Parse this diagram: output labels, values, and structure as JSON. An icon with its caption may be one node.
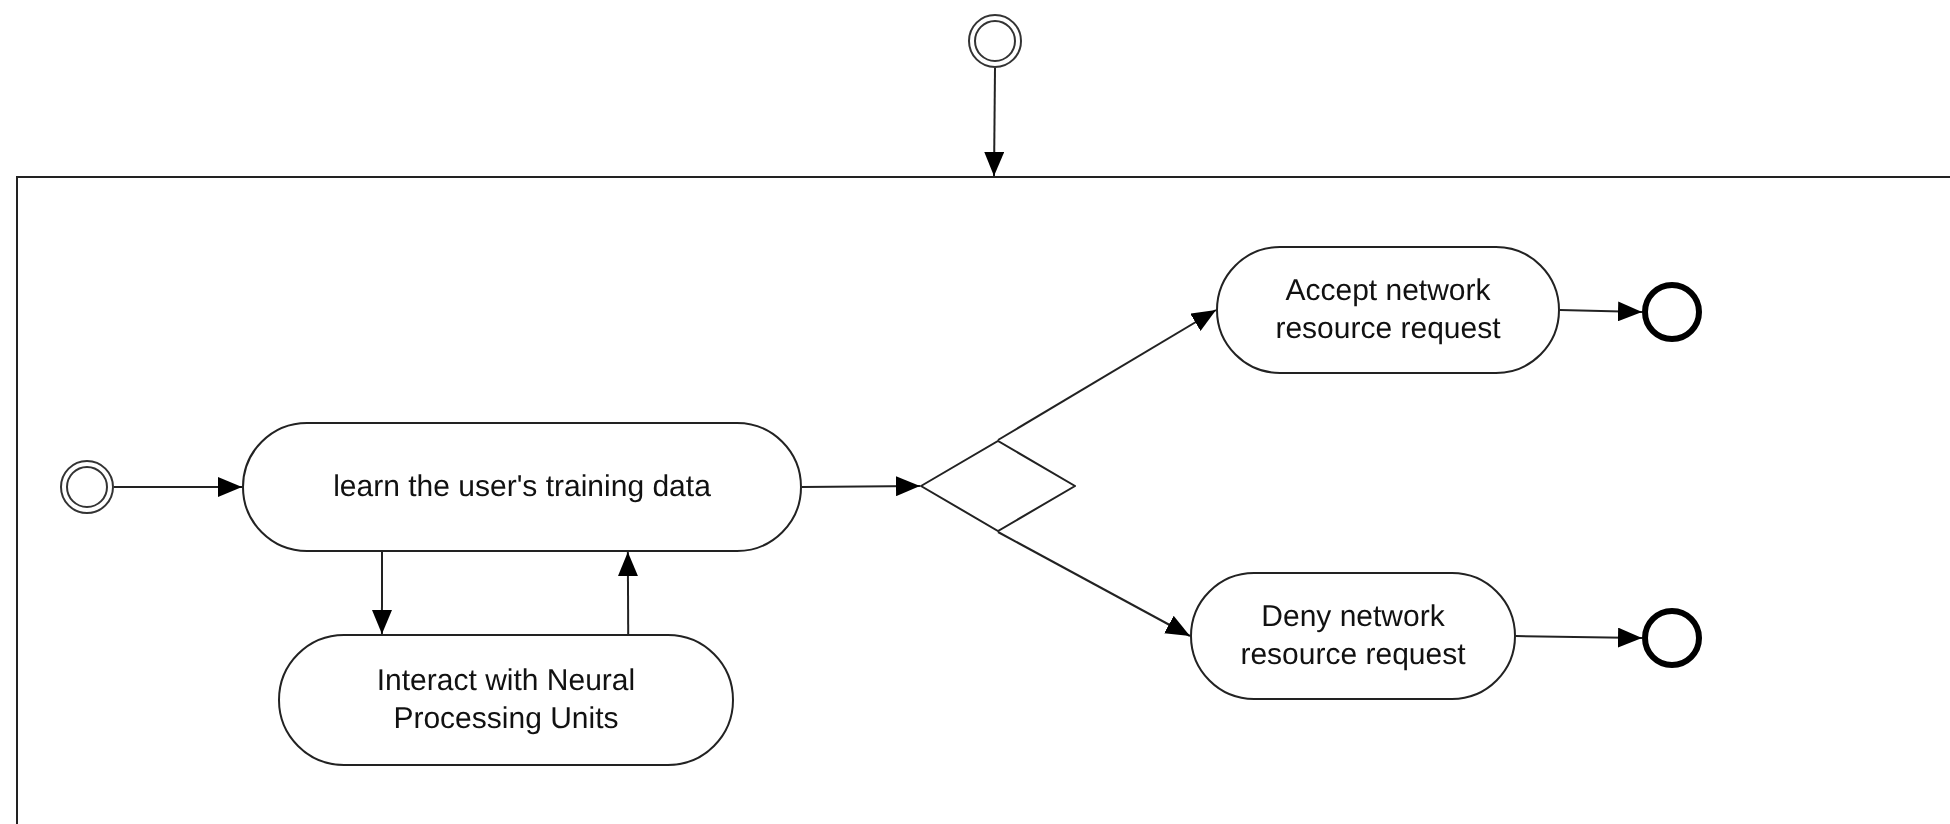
{
  "diagram": {
    "nodes": [
      {
        "text": [],
        "shape": "circle"
      },
      {
        "text": [],
        "shape": "box"
      },
      {
        "text": [],
        "shape": "circle",
        "in": 1
      },
      {
        "text": [
          "learn the user's training data"
        ],
        "in": 1
      },
      {
        "text": [
          "Interact with Neural Processing Units"
        ],
        "in": 1
      },
      {
        "text": [],
        "shape": "diamond",
        "in": 1
      },
      {
        "text": [
          "Accept network resource request"
        ],
        "in": 1
      },
      {
        "text": [
          "Deny network resource request"
        ],
        "in": 1
      },
      {
        "text": [],
        "shape": "circle",
        "in": 1
      },
      {
        "text": [],
        "shape": "circle",
        "in": 1
      }
    ],
    "edges": [
      {
        "from": 0,
        "to": 1,
        "arrow": "to"
      },
      {
        "from": 2,
        "to": 3,
        "arrow": "to"
      },
      {
        "from": 3,
        "to": 4,
        "arrow": "to"
      },
      {
        "from": 4,
        "to": 3,
        "arrow": "to"
      },
      {
        "from": 3,
        "to": 5,
        "arrow": "to"
      },
      {
        "from": 5,
        "to": 6,
        "arrow": "to"
      },
      {
        "from": 5,
        "to": 7,
        "arrow": "to"
      },
      {
        "from": 6,
        "to": 8,
        "arrow": "to"
      },
      {
        "from": 7,
        "to": 9,
        "arrow": "to"
      }
    ]
  }
}
